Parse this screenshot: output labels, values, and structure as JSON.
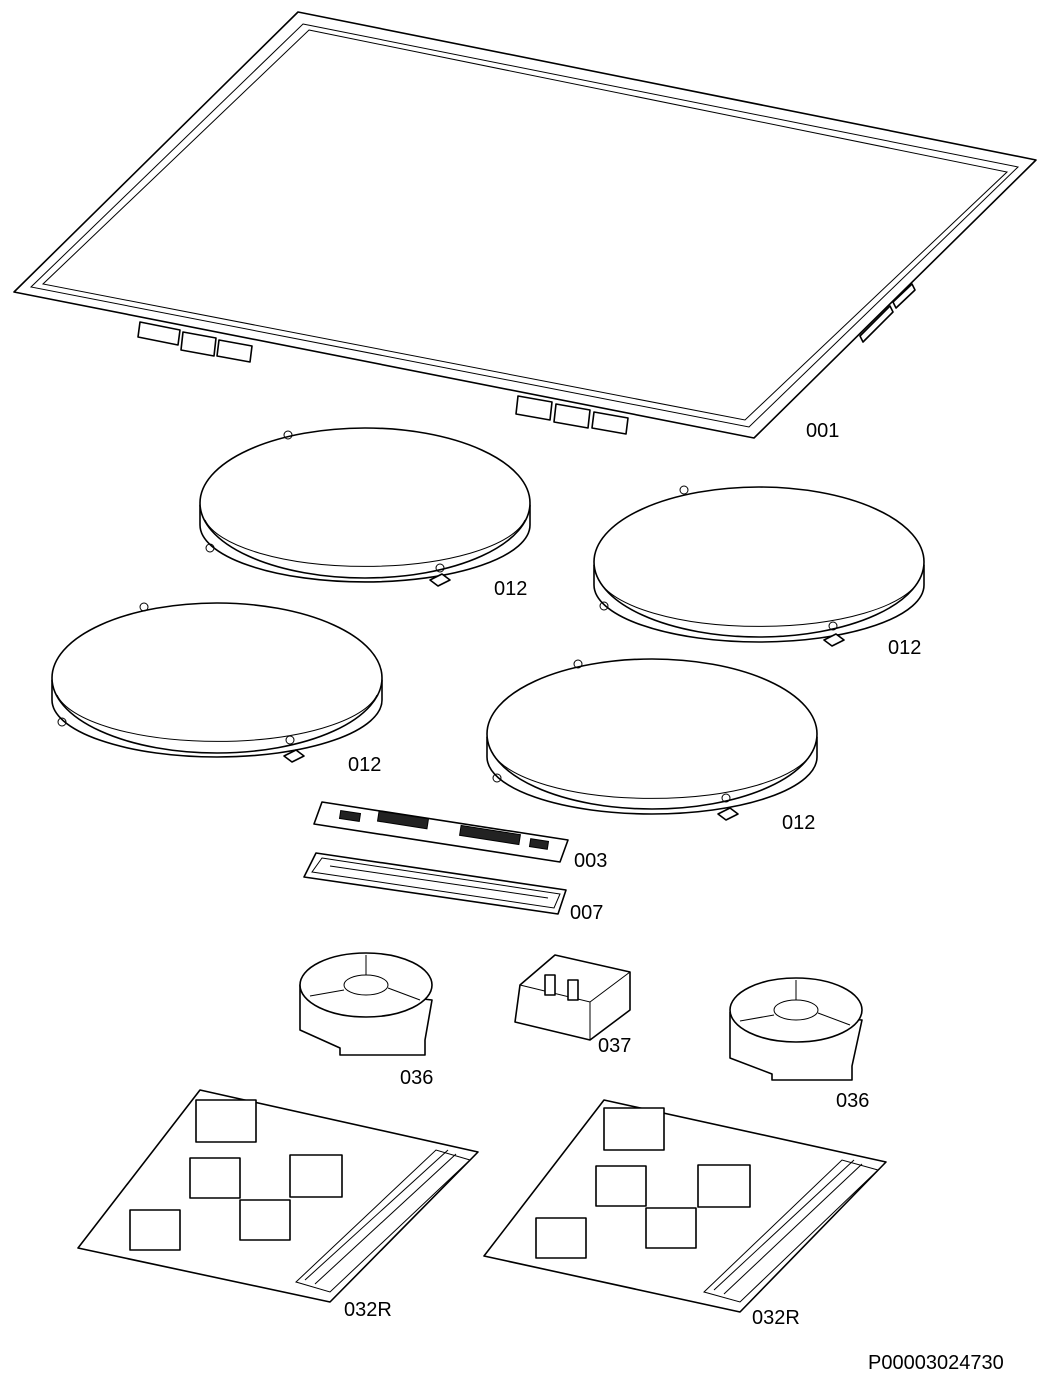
{
  "diagram": {
    "drawing_number": "P00003024730",
    "parts": [
      {
        "id": "glass-top",
        "label": "001"
      },
      {
        "id": "hob-zone-1",
        "label": "012"
      },
      {
        "id": "hob-zone-2",
        "label": "012"
      },
      {
        "id": "hob-zone-3",
        "label": "012"
      },
      {
        "id": "hob-zone-4",
        "label": "012"
      },
      {
        "id": "control-board",
        "label": "003"
      },
      {
        "id": "control-frame",
        "label": "007"
      },
      {
        "id": "fan-left",
        "label": "036"
      },
      {
        "id": "filter-module",
        "label": "037"
      },
      {
        "id": "fan-right",
        "label": "036"
      },
      {
        "id": "power-board-left",
        "label": "032R"
      },
      {
        "id": "power-board-right",
        "label": "032R"
      }
    ]
  }
}
